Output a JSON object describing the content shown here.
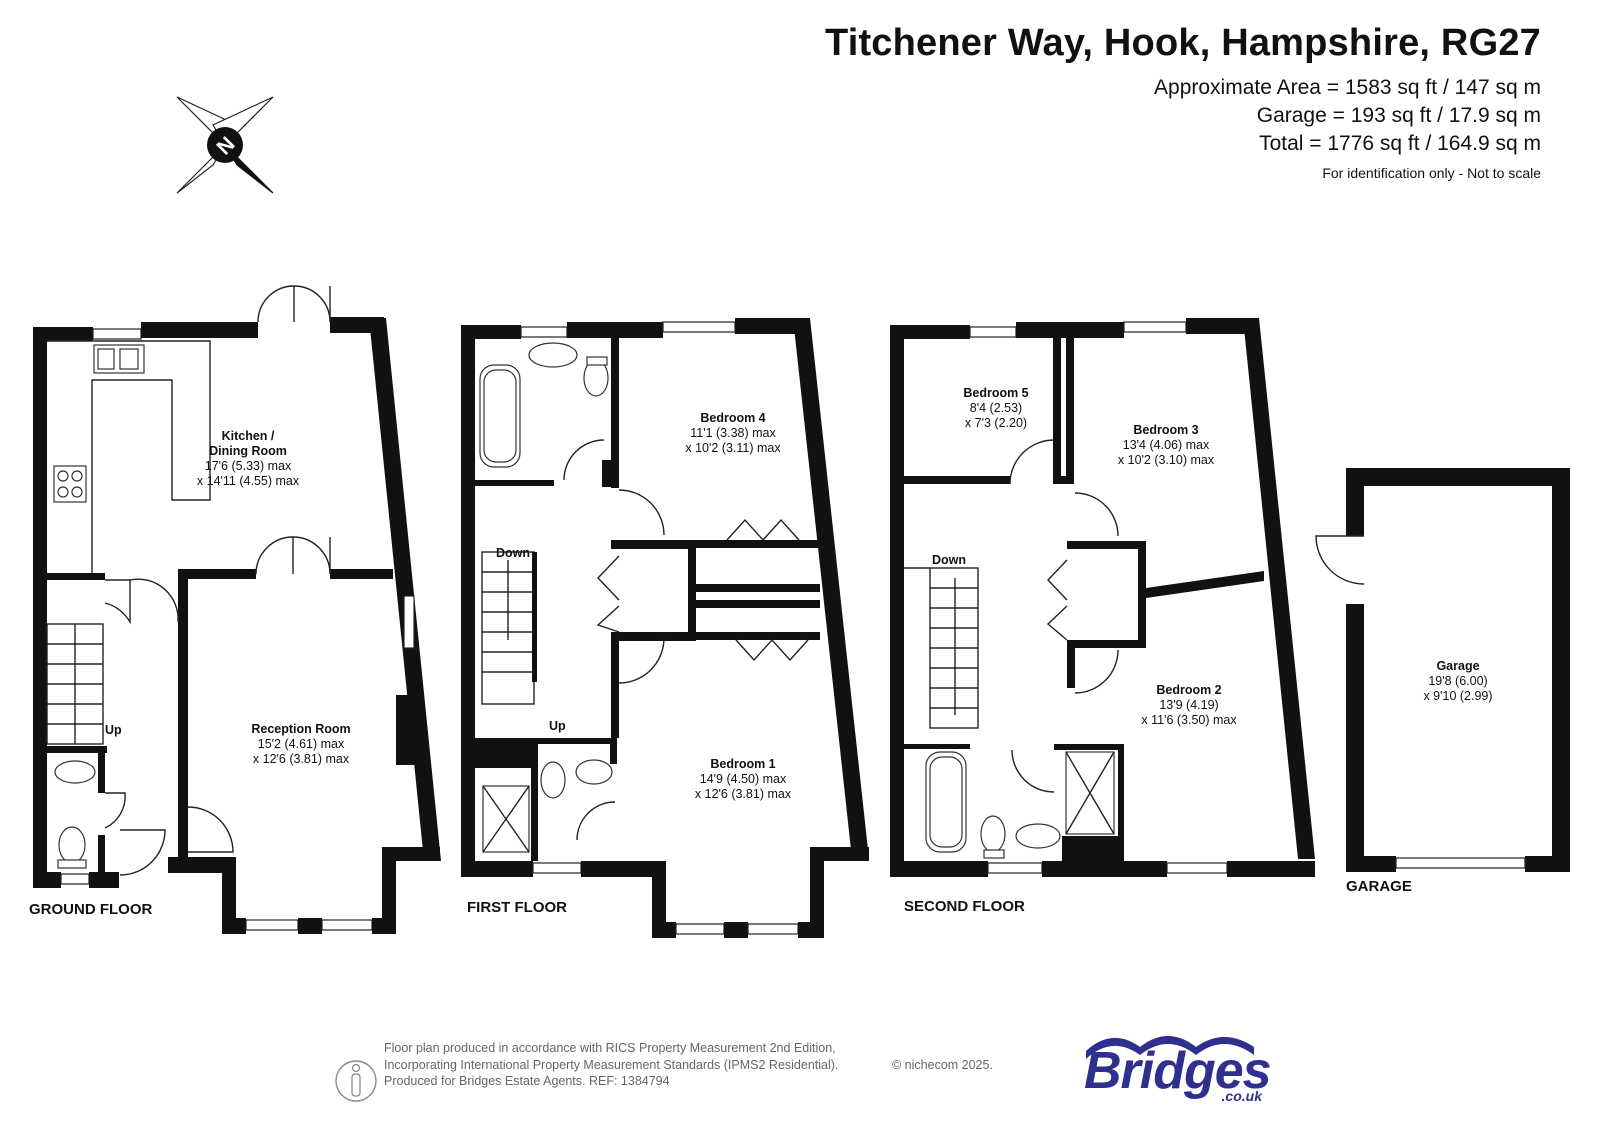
{
  "header": {
    "title": "Titchener Way, Hook, Hampshire, RG27",
    "approximate_area": "Approximate Area = 1583 sq ft / 147 sq m",
    "garage_area": "Garage = 193 sq ft / 17.9 sq m",
    "total_area": "Total = 1776 sq ft / 164.9 sq m",
    "disclaimer": "For identification only - Not to scale"
  },
  "compass": {
    "label": "N",
    "icon": "north-compass-icon"
  },
  "floors": {
    "ground": {
      "label": "GROUND FLOOR",
      "stair": "Up",
      "kitchen": {
        "name_line1": "Kitchen /",
        "name_line2": "Dining Room",
        "dim1": "17'6 (5.33) max",
        "dim2": "x 14'11 (4.55) max"
      },
      "reception": {
        "name": "Reception Room",
        "dim1": "15'2 (4.61) max",
        "dim2": "x 12'6 (3.81) max"
      }
    },
    "first": {
      "label": "FIRST FLOOR",
      "stair_down": "Down",
      "stair_up": "Up",
      "bedroom4": {
        "name": "Bedroom 4",
        "dim1": "11'1 (3.38) max",
        "dim2": "x 10'2 (3.11) max"
      },
      "bedroom1": {
        "name": "Bedroom 1",
        "dim1": "14'9 (4.50) max",
        "dim2": "x 12'6 (3.81) max"
      }
    },
    "second": {
      "label": "SECOND FLOOR",
      "stair_down": "Down",
      "bedroom5": {
        "name": "Bedroom 5",
        "dim1": "8'4 (2.53)",
        "dim2": "x 7'3 (2.20)"
      },
      "bedroom3": {
        "name": "Bedroom 3",
        "dim1": "13'4 (4.06) max",
        "dim2": "x 10'2 (3.10) max"
      },
      "bedroom2": {
        "name": "Bedroom 2",
        "dim1": "13'9 (4.19)",
        "dim2": "x 11'6 (3.50) max"
      }
    },
    "garage": {
      "label": "GARAGE",
      "room": {
        "name": "Garage",
        "dim1": "19'8 (6.00)",
        "dim2": "x 9'10 (2.99)"
      }
    }
  },
  "footer": {
    "line1": "Floor plan produced in accordance with RICS Property Measurement 2nd Edition,",
    "line2": "Incorporating International Property Measurement Standards (IPMS2 Residential).",
    "line3": "Produced for Bridges Estate Agents.   REF: 1384794",
    "copyright": "© nichecom 2025.",
    "logo_text": "Bridges",
    "logo_sub": ".co.uk",
    "brand_color": "#2e2f8e"
  }
}
